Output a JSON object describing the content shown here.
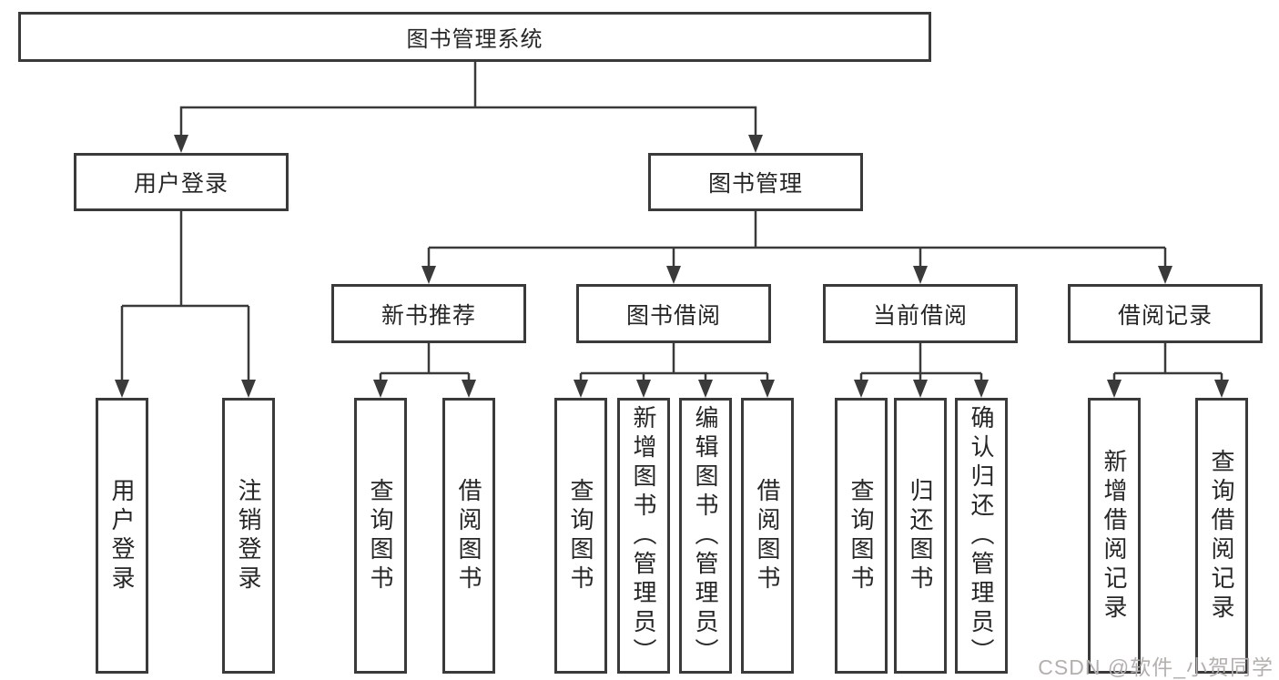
{
  "tree": {
    "label": "图书管理系统",
    "children": [
      {
        "label": "用户登录",
        "children": [
          {
            "label": "用户登录"
          },
          {
            "label": "注销登录"
          }
        ]
      },
      {
        "label": "图书管理",
        "children": [
          {
            "label": "新书推荐",
            "children": [
              {
                "label": "查询图书"
              },
              {
                "label": "借阅图书"
              }
            ]
          },
          {
            "label": "图书借阅",
            "children": [
              {
                "label": "查询图书"
              },
              {
                "label": "新增图书（管理员）"
              },
              {
                "label": "编辑图书（管理员）"
              },
              {
                "label": "借阅图书"
              }
            ]
          },
          {
            "label": "当前借阅",
            "children": [
              {
                "label": "查询图书"
              },
              {
                "label": "归还图书"
              },
              {
                "label": "确认归还（管理员）"
              }
            ]
          },
          {
            "label": "借阅记录",
            "children": [
              {
                "label": "新增借阅记录"
              },
              {
                "label": "查询借阅记录"
              }
            ]
          }
        ]
      }
    ]
  },
  "watermark": {
    "text": "CSDN @软件_小贺同学"
  },
  "colors": {
    "line": "#3a3a3a",
    "box_border": "#3a3a3a",
    "text": "#262626",
    "watermark": "#b3b0ae",
    "background": "#ffffff"
  }
}
